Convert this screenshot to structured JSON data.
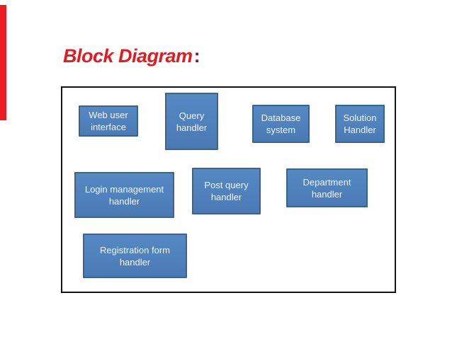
{
  "slide": {
    "title": "Block Diagram",
    "title_colon": ":",
    "colors": {
      "title_red": "#E21B22",
      "colon_dark_red": "#8C181B",
      "accent_bar_red": "#EC1C24",
      "box_fill": "#4F81BD",
      "box_border": "#3A648F",
      "box_text": "#F2F6FB",
      "container_border": "#141414",
      "background": "#FFFFFF"
    }
  },
  "diagram": {
    "boxes": [
      {
        "id": "web-user-interface",
        "lines": [
          "Web user",
          "interface"
        ]
      },
      {
        "id": "query-handler",
        "lines": [
          "Query",
          "handler"
        ]
      },
      {
        "id": "database-system",
        "lines": [
          "Database",
          "system"
        ]
      },
      {
        "id": "solution-handler",
        "lines": [
          "Solution",
          "Handler"
        ]
      },
      {
        "id": "login-management-handler",
        "lines": [
          "Login management",
          "handler"
        ]
      },
      {
        "id": "post-query-handler",
        "lines": [
          "Post query",
          "handler"
        ]
      },
      {
        "id": "department-handler",
        "lines": [
          "Department",
          "handler"
        ]
      },
      {
        "id": "registration-form-handler",
        "lines": [
          "Registration form",
          "handler"
        ]
      }
    ]
  }
}
